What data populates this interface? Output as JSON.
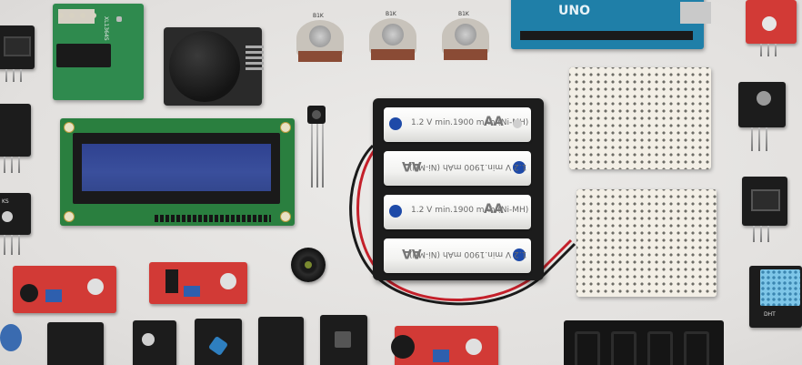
{
  "scene": {
    "arduino": {
      "brand": "UNO"
    },
    "potentiometers": [
      {
        "label": "B1K"
      },
      {
        "label": "B1K"
      },
      {
        "label": "B1K"
      }
    ],
    "relay_module": {
      "chip": "XL1364S"
    },
    "batteries": [
      {
        "text": "1.2 V  min.1900 mAh (Ni-MH)",
        "size": "AA"
      },
      {
        "text": "1.2 V  min.1900 mAh (Ni-MH)",
        "size": "AA"
      },
      {
        "text": "1.2 V  min.1900 mAh (Ni-MH)",
        "size": "AA"
      },
      {
        "text": "1.2 V  min.1900 mAh (Ni-MH)",
        "size": "AA"
      }
    ],
    "modules": {
      "left_tag": "KS",
      "bottom_tag": "DHT"
    },
    "colors": {
      "background": "#e6e4e2",
      "pcb_red": "#d23a36",
      "lcd_blue": "#3a4f9c",
      "arduino": "#1f7fa8",
      "battery_cap": "#1e4aa8"
    }
  }
}
